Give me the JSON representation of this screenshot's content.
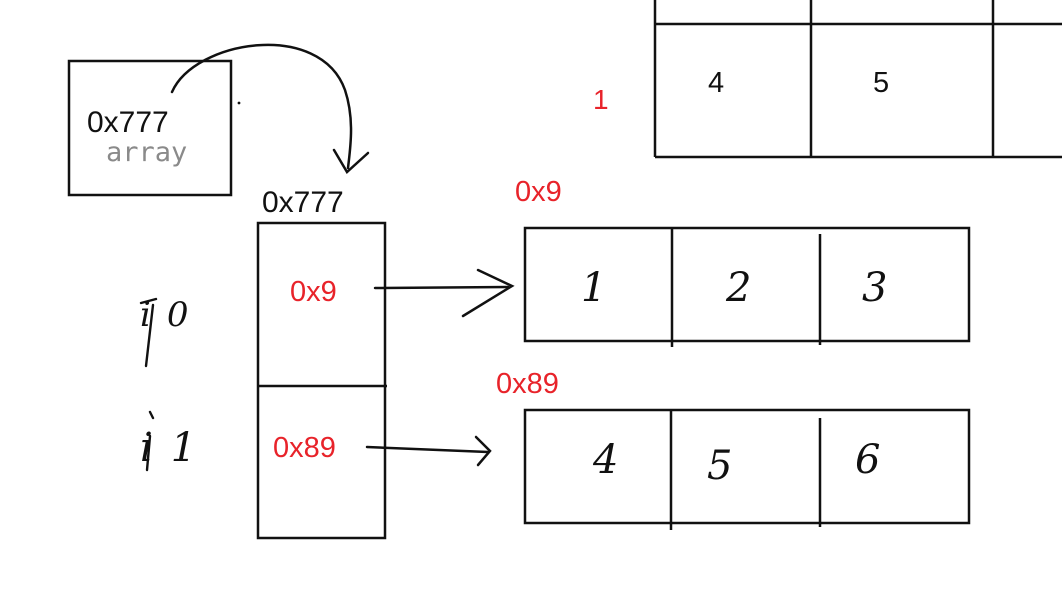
{
  "array_var": {
    "address": "0x777",
    "name": "array"
  },
  "outer_array": {
    "address_label": "0x777",
    "cells": [
      "0x9",
      "0x89"
    ]
  },
  "index_labels": [
    "i0",
    "i1"
  ],
  "row_arrays": [
    {
      "address_label": "0x9",
      "values": [
        "1",
        "2",
        "3"
      ]
    },
    {
      "address_label": "0x89",
      "values": [
        "4",
        "5",
        "6"
      ]
    }
  ],
  "top_table": {
    "side_label": "1",
    "values": [
      "4",
      "5"
    ]
  },
  "colors": {
    "address_red": "#e8232a",
    "ink": "#111111",
    "variable_name_gray": "#8a8a8a"
  }
}
